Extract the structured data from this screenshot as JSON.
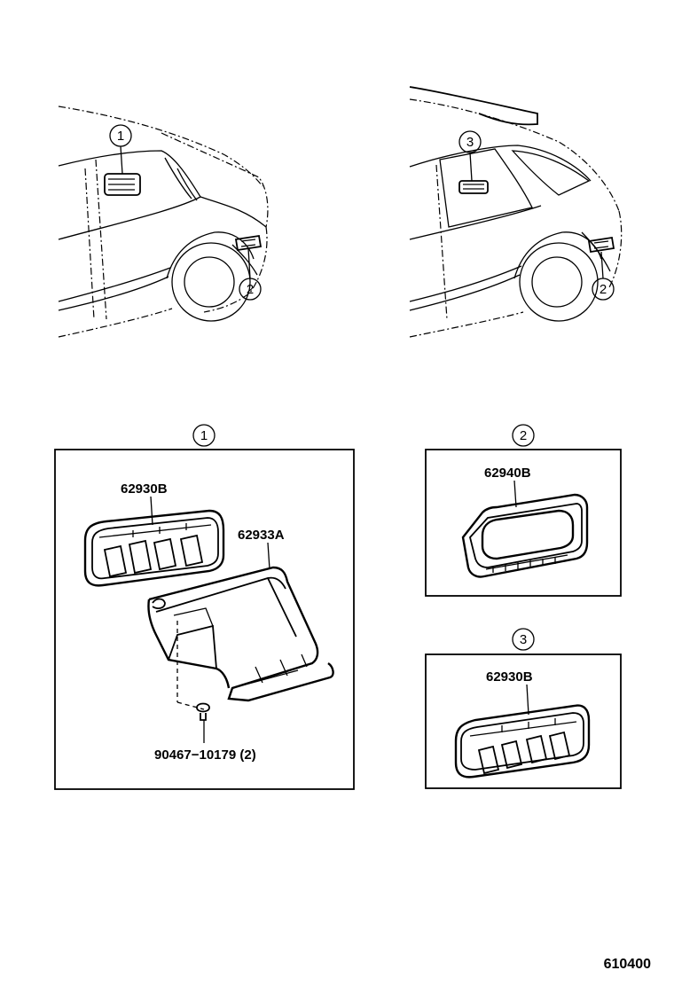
{
  "callouts": {
    "c1": "1",
    "c2": "2",
    "c3": "3"
  },
  "parts": {
    "p62930b_a": "62930B",
    "p62933a": "62933A",
    "p90467": "90467−10179 (2)",
    "p62940b": "62940B",
    "p62930b_b": "62930B"
  },
  "reference_code": "610400"
}
